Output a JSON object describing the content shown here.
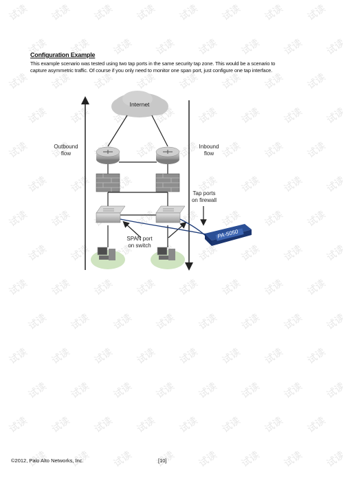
{
  "section": {
    "heading": "Configuration Example",
    "paragraph_line1": "This example scenario was tested using two tap ports in the same security tap zone. This would be a scenario to",
    "paragraph_line2": "capture asymmetric traffic.  Of course if you only need to monitor one span port, just configure one tap interface."
  },
  "diagram": {
    "cloud_label": "Internet",
    "outbound_label_1": "Outbound",
    "outbound_label_2": "flow",
    "inbound_label_1": "Inbound",
    "inbound_label_2": "flow",
    "tap_label_1": "Tap ports",
    "tap_label_2": "on firewall",
    "span_label_1": "SPAN port",
    "span_label_2": "on switch",
    "device_label": "PA-5050"
  },
  "watermark_text": "试读",
  "footer": {
    "copyright": "©2012, Palo Alto Networks, Inc.",
    "page": "[10]"
  }
}
